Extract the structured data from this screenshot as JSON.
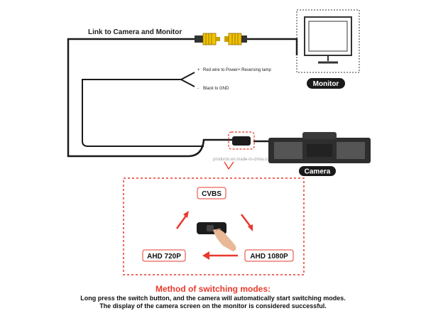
{
  "labels": {
    "link": "Link to Camera and Monitor",
    "red_wire": "Red wire to Power+:Reversing lamp",
    "black_wire": "Black to GND",
    "plus_sign": "+",
    "minus_sign": "-",
    "watermark": "producto.en.made-in-china.com"
  },
  "badges": {
    "monitor": "Monitor",
    "camera": "Camera"
  },
  "modes": {
    "cvbs": "CVBS",
    "ahd720": "AHD 720P",
    "ahd1080": "AHD 1080P"
  },
  "method": {
    "title": "Method of switching modes:",
    "line1": "Long press the switch button, and the camera will automatically start switching modes.",
    "line2": "The display of the camera screen on the monitor is considered successful."
  },
  "colors": {
    "accent_red": "#e8392c",
    "badge_bg": "#1a1a1a",
    "connector_yellow": "#f2c200",
    "wire": "#1a1a1a"
  }
}
